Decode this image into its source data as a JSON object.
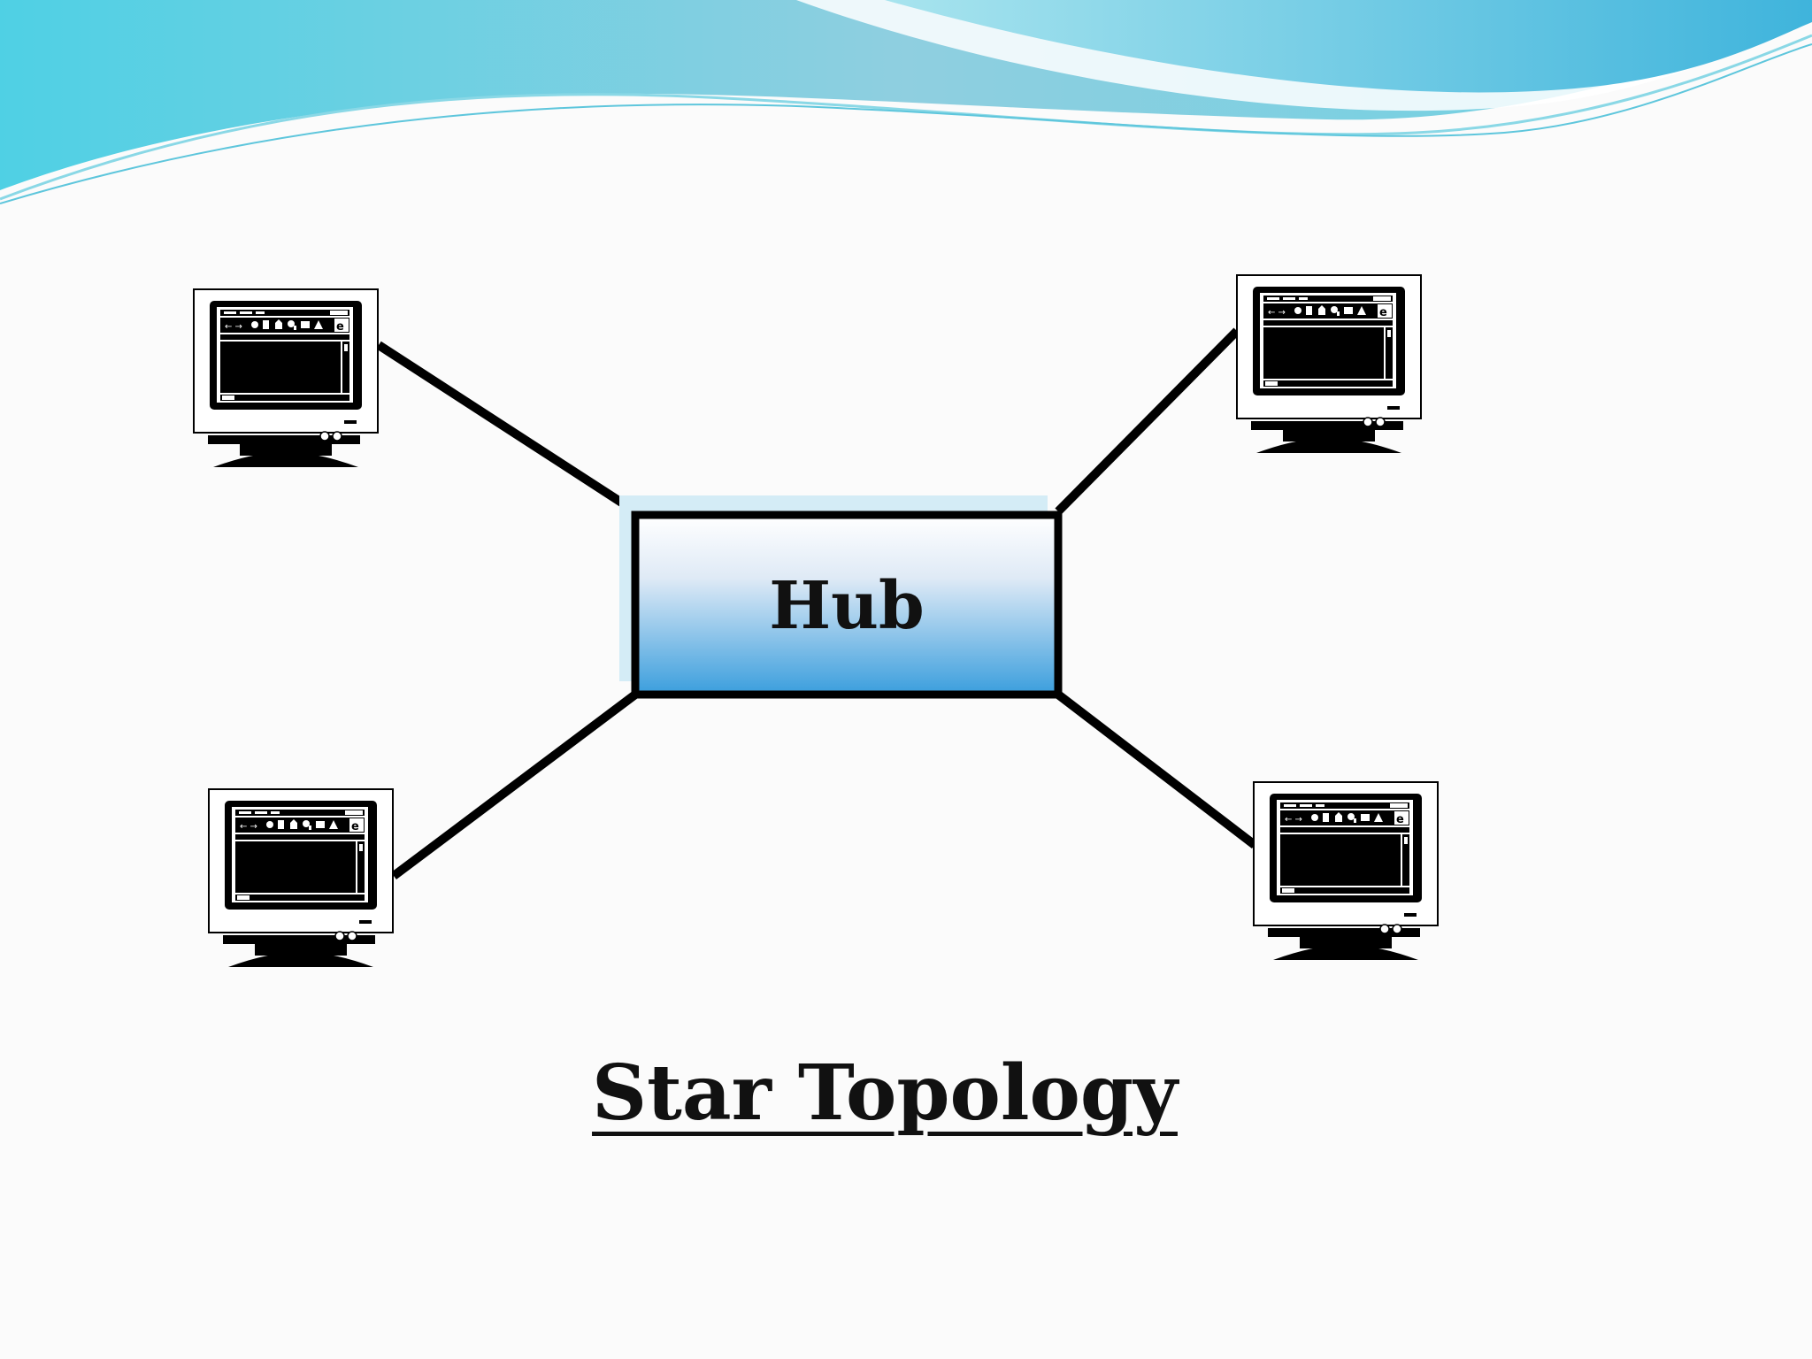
{
  "diagram": {
    "type": "star-topology",
    "hub": {
      "label": "Hub"
    },
    "nodes": [
      {
        "id": "computer-top-left",
        "icon": "computer-monitor-icon"
      },
      {
        "id": "computer-top-right",
        "icon": "computer-monitor-icon"
      },
      {
        "id": "computer-bottom-left",
        "icon": "computer-monitor-icon"
      },
      {
        "id": "computer-bottom-right",
        "icon": "computer-monitor-icon"
      }
    ],
    "edges": [
      {
        "from": "hub",
        "to": "computer-top-left"
      },
      {
        "from": "hub",
        "to": "computer-top-right"
      },
      {
        "from": "hub",
        "to": "computer-bottom-left"
      },
      {
        "from": "hub",
        "to": "computer-bottom-right"
      }
    ]
  },
  "title": "Star Topology",
  "colors": {
    "background": "#fbfbfb",
    "wave_light": "#b6e6ee",
    "wave_mid": "#7fd3e2",
    "wave_dark": "#4ab8d8",
    "hub_top": "#ffffff",
    "hub_bottom": "#3a9edd",
    "line": "#000000"
  }
}
